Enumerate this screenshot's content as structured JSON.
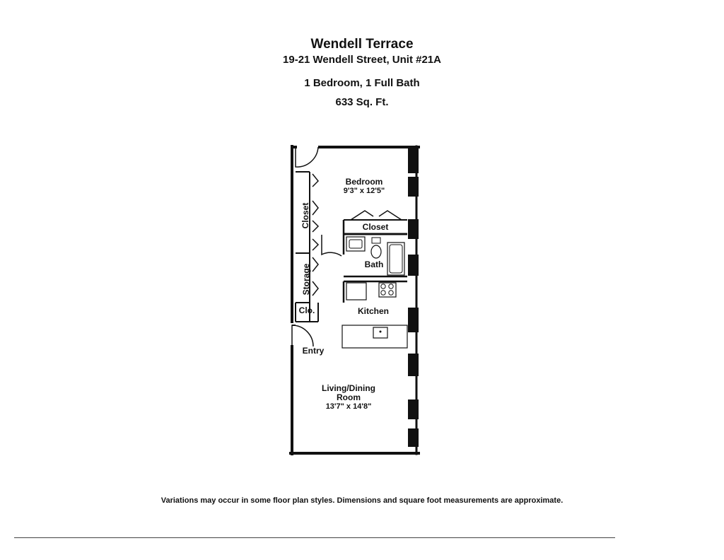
{
  "header": {
    "title": "Wendell Terrace",
    "address": "19-21 Wendell Street, Unit #21A",
    "units": "1 Bedroom, 1 Full Bath",
    "area": "633 Sq. Ft."
  },
  "rooms": {
    "bedroom": {
      "name": "Bedroom",
      "dims": "9'3\" x 12'5\""
    },
    "bedroom_closet": "Closet",
    "bath": "Bath",
    "kitchen": "Kitchen",
    "living": {
      "name_line1": "Living/Dining",
      "name_line2": "Room",
      "dims": "13'7\" x 14'8\""
    },
    "side_closet": "Closet",
    "storage": "Storage",
    "clo": "Clo.",
    "entry": "Entry"
  },
  "disclaimer": "Variations may occur in some floor plan styles. Dimensions and square foot measurements are approximate."
}
